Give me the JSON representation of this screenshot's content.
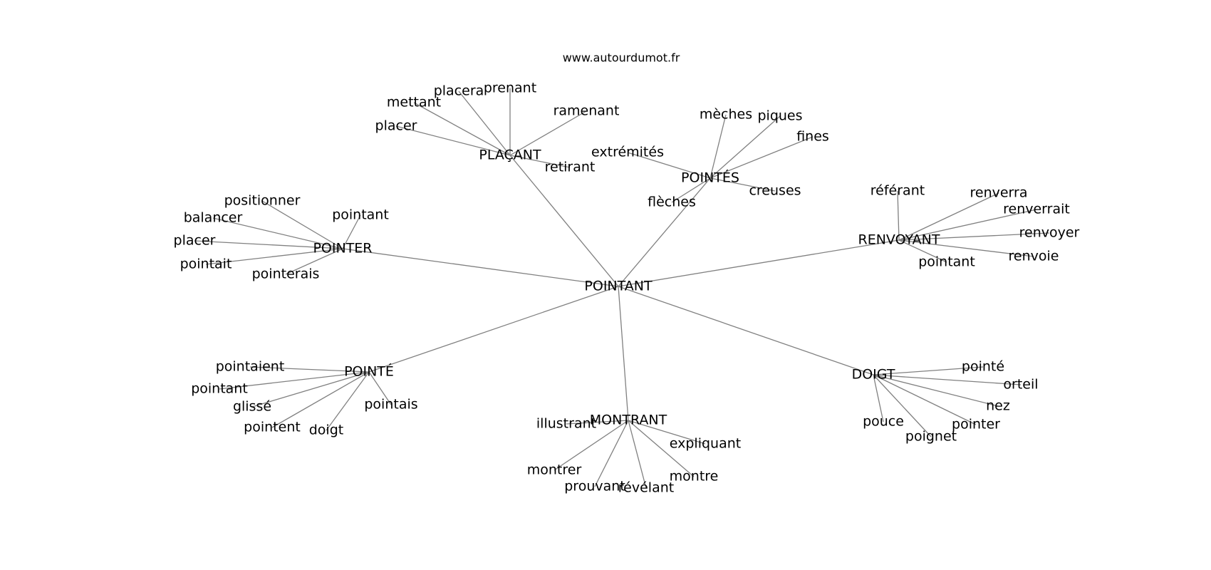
{
  "source": "www.autourdumot.fr",
  "graph": {
    "center": "POINTANT",
    "clusters": [
      {
        "hub": "POINTER",
        "words": [
          "positionner",
          "pointant",
          "balancer",
          "placer",
          "pointait",
          "pointerais"
        ]
      },
      {
        "hub": "PLAÇANT",
        "words": [
          "placera",
          "prenant",
          "mettant",
          "ramenant",
          "placer",
          "retirant"
        ]
      },
      {
        "hub": "POINTÉS",
        "words": [
          "mèches",
          "piques",
          "fines",
          "extrémités",
          "creuses",
          "flèches"
        ]
      },
      {
        "hub": "RENVOYANT",
        "words": [
          "référant",
          "renverra",
          "renverrait",
          "renvoyer",
          "renvoie",
          "pointant"
        ]
      },
      {
        "hub": "POINTÉ",
        "words": [
          "pointaient",
          "pointant",
          "glissé",
          "pointent",
          "doigt",
          "pointais"
        ]
      },
      {
        "hub": "MONTRANT",
        "words": [
          "illustrant",
          "expliquant",
          "montrer",
          "prouvant",
          "révélant",
          "montre"
        ]
      },
      {
        "hub": "DOIGT",
        "words": [
          "pointé",
          "orteil",
          "nez",
          "pointer",
          "pouce",
          "poignet"
        ]
      }
    ]
  }
}
